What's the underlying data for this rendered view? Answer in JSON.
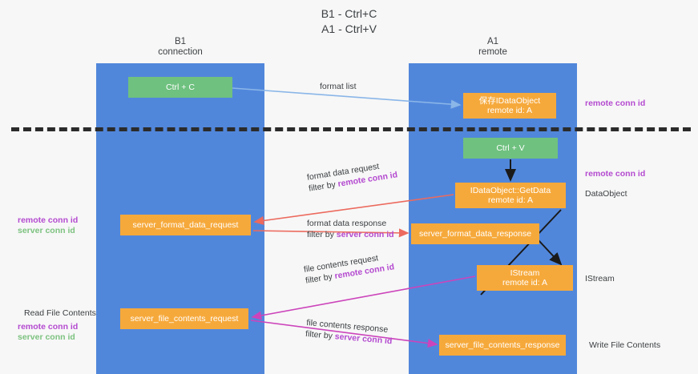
{
  "title": {
    "line1": "B1 - Ctrl+C",
    "line2": "A1 - Ctrl+V"
  },
  "lanes": [
    {
      "id": "b1",
      "name": "B1",
      "role": "connection",
      "color": "#5187db"
    },
    {
      "id": "a1",
      "name": "A1",
      "role": "remote",
      "color": "#5187db"
    }
  ],
  "nodes": {
    "ctrl_c": {
      "line1": "Ctrl + C",
      "color": "#6fc17f"
    },
    "ctrl_v": {
      "line1": "Ctrl + V",
      "color": "#6fc17f"
    },
    "save_idataobject": {
      "line1": "保存IDataObject",
      "line2": "remote id: A",
      "color": "#f6a93b"
    },
    "getdata": {
      "line1": "IDataObject::GetData",
      "line2": "remote id: A",
      "color": "#f6a93b"
    },
    "server_format_data_request": {
      "line1": "server_format_data_request",
      "color": "#f6a93b"
    },
    "server_format_data_response": {
      "line1": "server_format_data_response",
      "color": "#f6a93b"
    },
    "istream": {
      "line1": "IStream",
      "line2": "remote id: A",
      "color": "#f6a93b"
    },
    "server_file_contents_request": {
      "line1": "server_file_contents_request",
      "color": "#f6a93b"
    },
    "server_file_contents_response": {
      "line1": "server_file_contents_response",
      "color": "#f6a93b"
    }
  },
  "edge_labels": {
    "format_list": {
      "text": "format list"
    },
    "format_data_request": {
      "line1": "format data request",
      "line2_prefix": "filter by ",
      "line2_key": "remote conn id"
    },
    "format_data_response": {
      "line1": "format data response",
      "line2_prefix": "filter by ",
      "line2_key": "server conn id"
    },
    "file_contents_request": {
      "line1": "file contents request",
      "line2_prefix": "filter by ",
      "line2_key": "remote conn id"
    },
    "file_contents_response": {
      "line1": "file contents response",
      "line2_prefix": "filter by ",
      "line2_key": "server conn id"
    }
  },
  "annotations": {
    "right_remote_conn_id_1": "remote conn id",
    "right_remote_conn_id_2": "remote conn id",
    "right_dataobject": "DataObject",
    "right_istream": "IStream",
    "right_write_file_contents": "Write File Contents",
    "left_remote_conn_id": "remote conn id",
    "left_server_conn_id": "server conn id",
    "left_read_file_contents": "Read File Contents",
    "left_remote_conn_id_2": "remote conn id",
    "left_server_conn_id_2": "server conn id"
  },
  "colors": {
    "lane": "#5187db",
    "green_node": "#6fc17f",
    "orange_node": "#f6a93b",
    "remote_conn_id": "#b44ad0",
    "server_conn_id": "#7cc27f",
    "divider": "#2b2b2b",
    "arrow_blue": "#8ab6e8",
    "arrow_red": "#ec6a5e",
    "arrow_magenta": "#cc44bb",
    "arrow_black": "#1a1a1a",
    "background": "#f7f7f7"
  }
}
